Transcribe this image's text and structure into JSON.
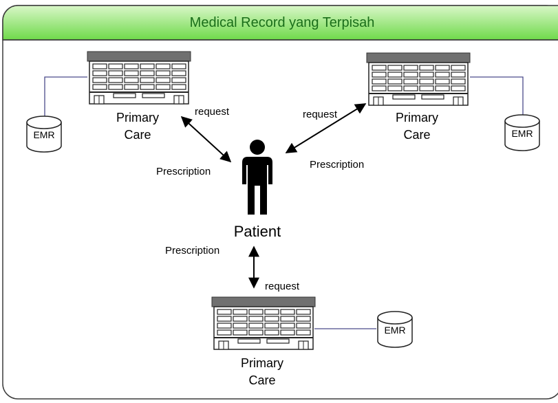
{
  "title": "Medical Record yang Terpisah",
  "patient_label": "Patient",
  "facilities": [
    {
      "line1": "Primary",
      "line2": "Care",
      "db_label": "EMR",
      "request_label": "request",
      "prescription_label": "Prescription"
    },
    {
      "line1": "Primary",
      "line2": "Care",
      "db_label": "EMR",
      "request_label": "request",
      "prescription_label": "Prescription"
    },
    {
      "line1": "Primary",
      "line2": "Care",
      "db_label": "EMR",
      "request_label": "request",
      "prescription_label": "Prescription"
    }
  ],
  "colors": {
    "header_top": "#d9f7c8",
    "header_bottom": "#6fd94a",
    "frame_border": "#3a3a3a",
    "title_text": "#1a6e1a",
    "building_roof": "#6e6e6e",
    "link_line": "#4a4a8a"
  }
}
